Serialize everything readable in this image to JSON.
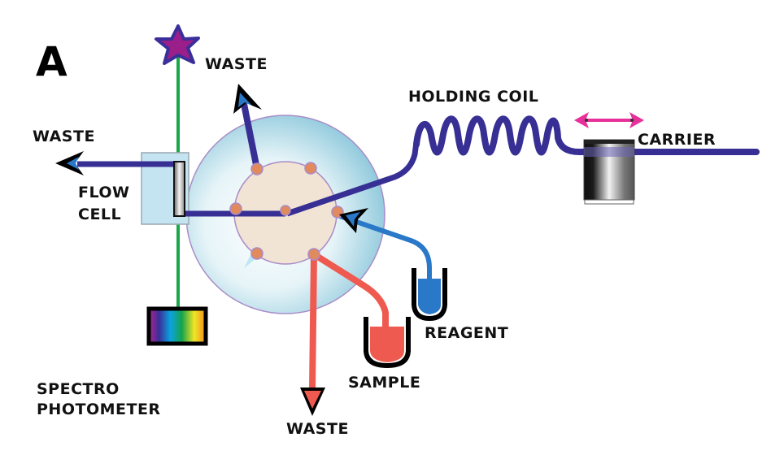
{
  "panel_label": "A",
  "labels": {
    "waste_top": "WASTE",
    "waste_left": "WASTE",
    "flow_cell_line1": "FLOW",
    "flow_cell_line2": "CELL",
    "holding_coil": "HOLDING COIL",
    "carrier": "CARRIER",
    "reagent": "REAGENT",
    "sample": "SAMPLE",
    "waste_bottom": "WASTE",
    "spectro_line1": "SPECTRO",
    "spectro_line2": "PHOTOMETER"
  },
  "colors": {
    "tubing": "#372f94",
    "light_path": "#1aa84a",
    "star_fill": "#9b1f8a",
    "star_stroke": "#3a2f9a",
    "port": "#e08a5e",
    "valve_inner": "#f1e4d4",
    "valve_outer_edge": "#9ad0e0",
    "reagent": "#2a78c8",
    "sample": "#ef5a50",
    "carrier_arrow": "#e8309a",
    "flow_cell": "#c4e4f2"
  }
}
